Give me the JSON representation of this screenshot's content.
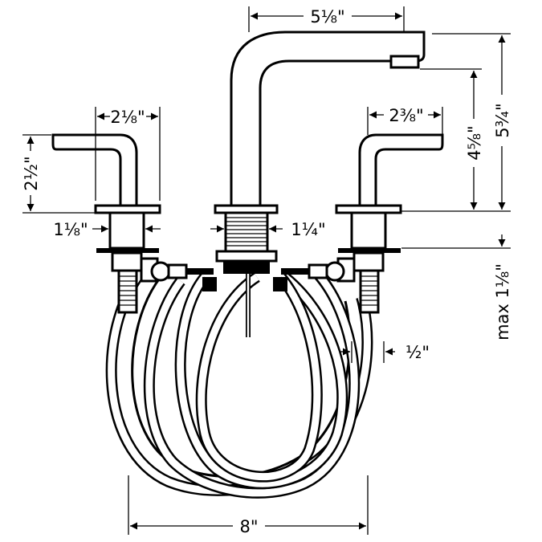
{
  "dimensions": {
    "spout_reach": "5⅛\"",
    "spout_height": "5¾\"",
    "aerator_height": "4⅝\"",
    "left_handle_width": "2⅛\"",
    "right_handle_width": "2⅜\"",
    "handle_height": "2½\"",
    "handle_shank": "1⅛\"",
    "spout_shank": "1¼\"",
    "max_deck": "max 1⅛\"",
    "connection": "½\"",
    "center_spread": "8\""
  },
  "colors": {
    "line": "#000000",
    "background": "#ffffff"
  }
}
